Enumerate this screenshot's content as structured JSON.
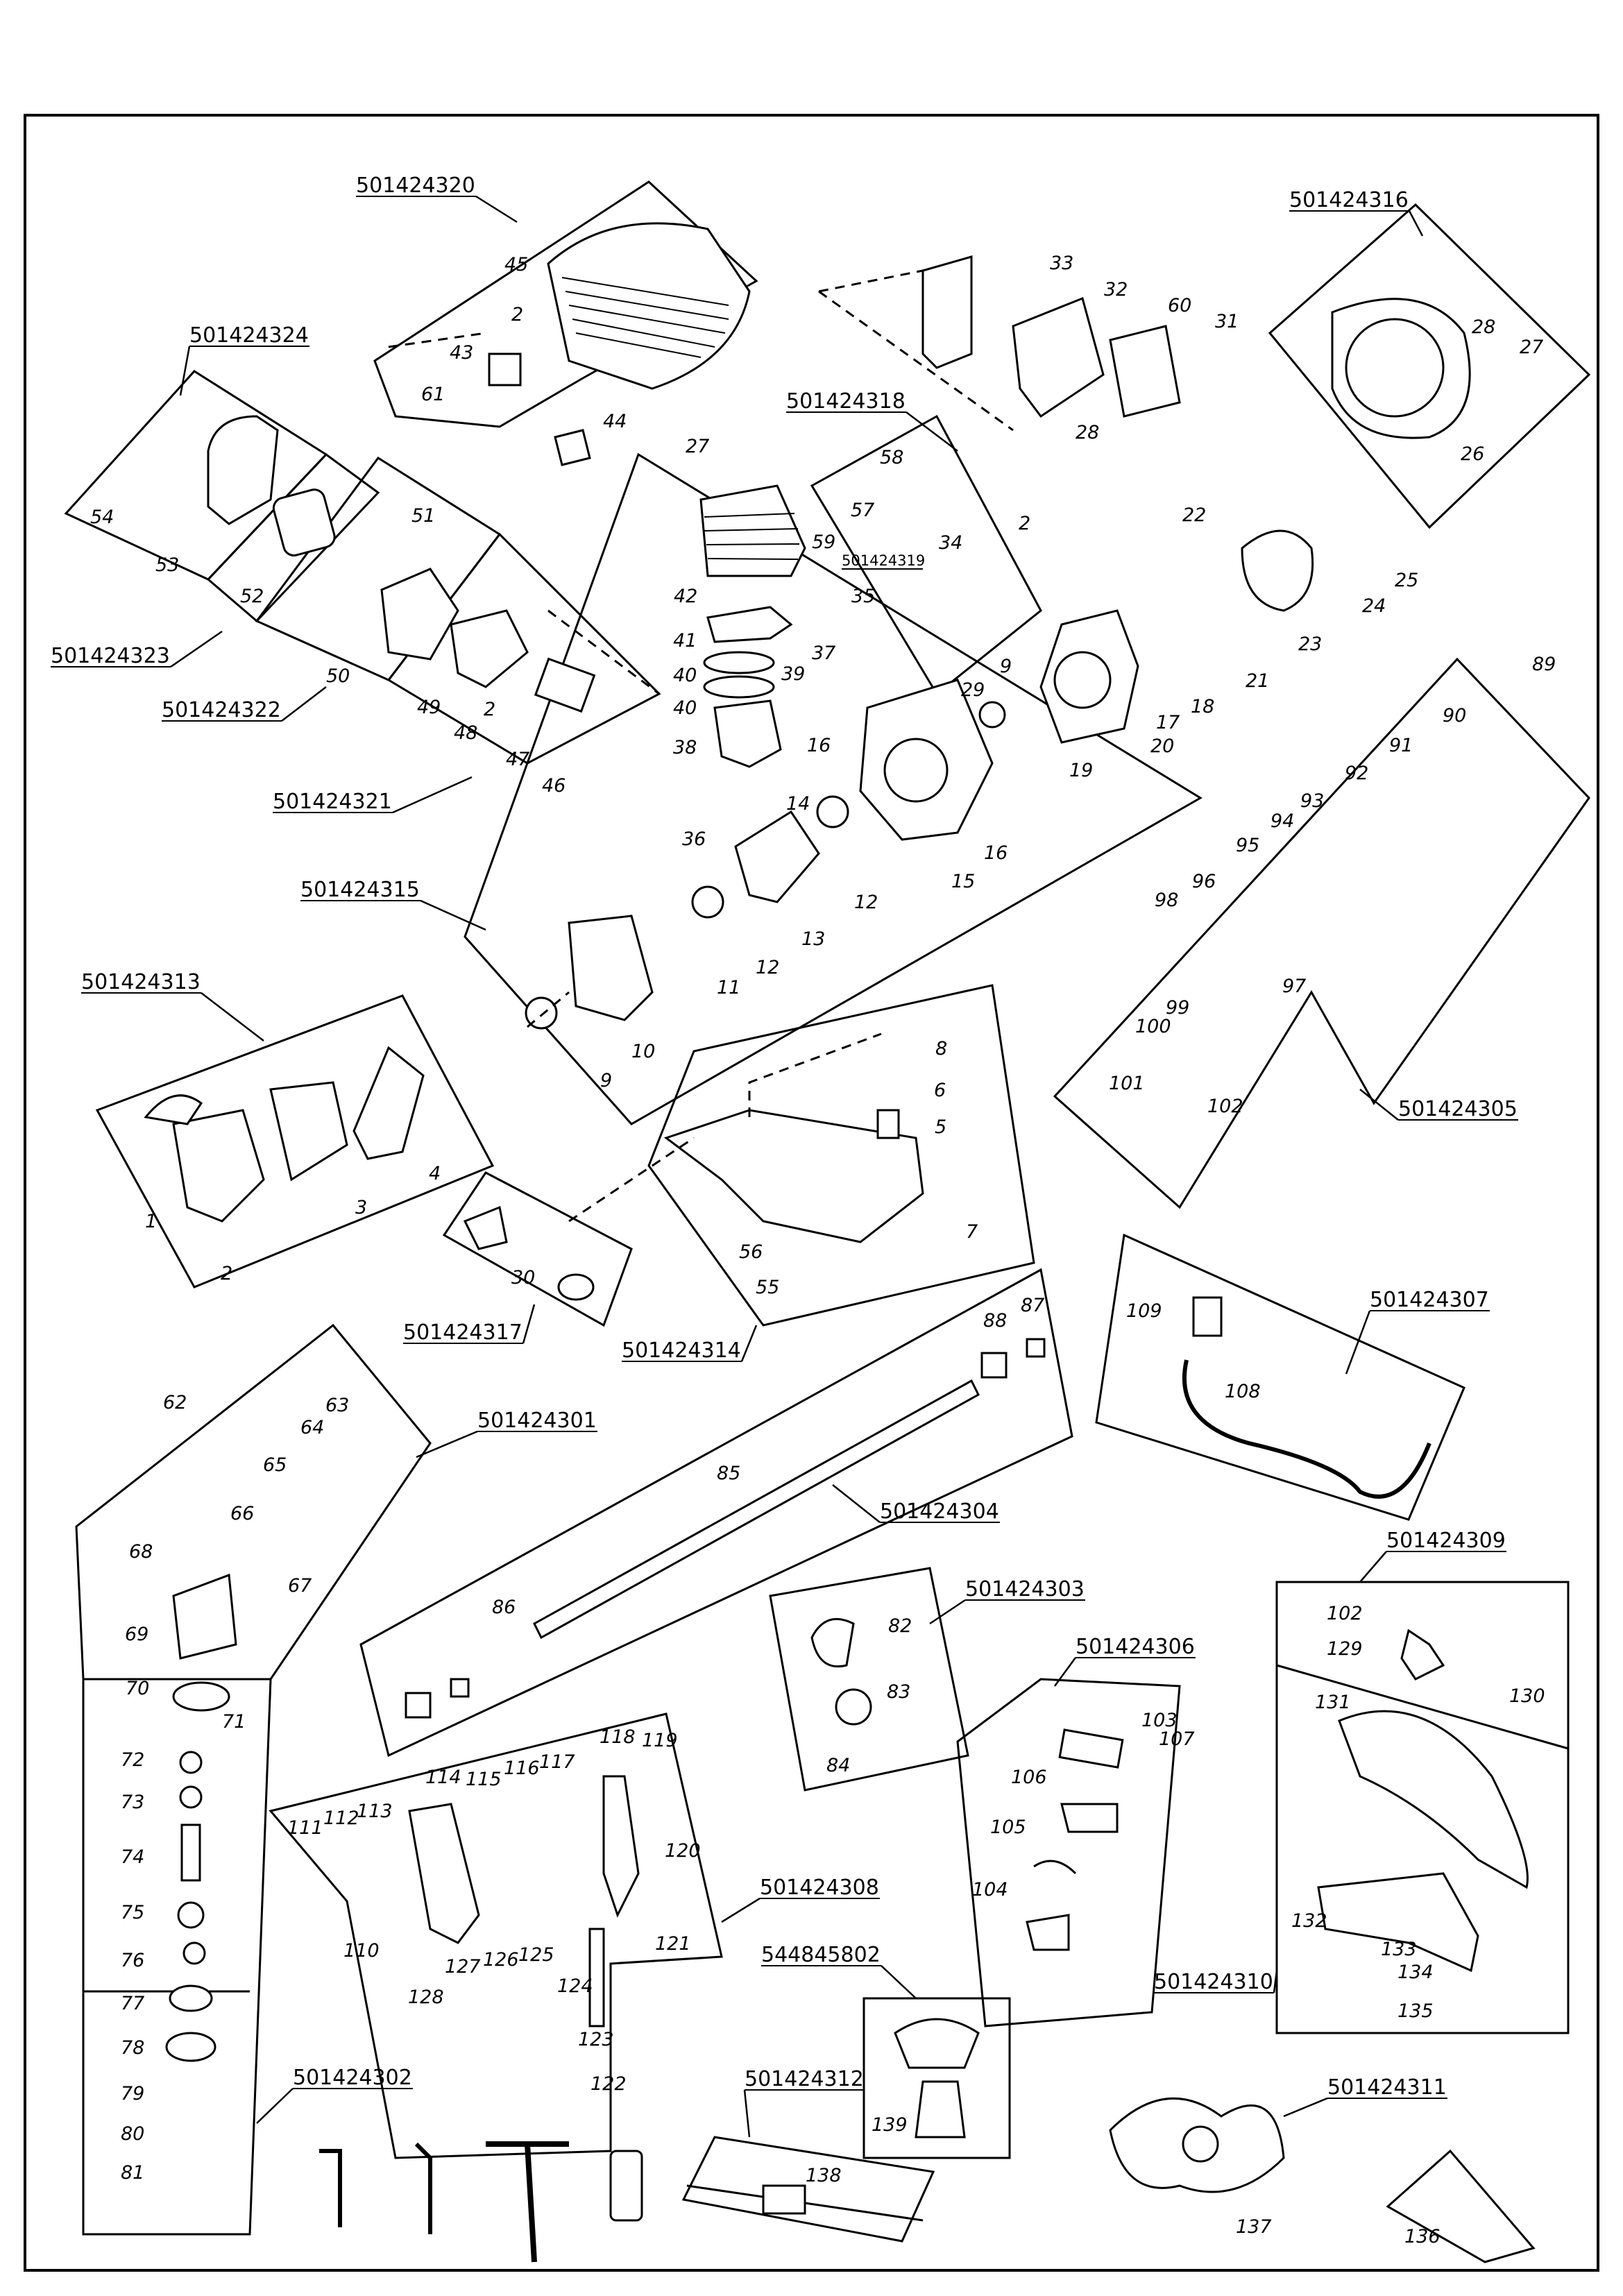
{
  "kits": [
    {
      "id": "501424320",
      "parts": [
        "45",
        "2",
        "43",
        "61"
      ]
    },
    {
      "id": "501424324",
      "parts": [
        "54",
        "53"
      ]
    },
    {
      "id": "501424323",
      "parts": [
        "52"
      ]
    },
    {
      "id": "501424322",
      "parts": [
        "51",
        "50",
        "49"
      ]
    },
    {
      "id": "501424321",
      "parts": [
        "48",
        "2",
        "47",
        "46"
      ]
    },
    {
      "id": "501424318",
      "parts": [
        "58",
        "57",
        "34",
        "2"
      ]
    },
    {
      "id": "501424319",
      "parts": [
        "35"
      ]
    },
    {
      "id": "501424316",
      "parts": [
        "28",
        "27",
        "26"
      ]
    },
    {
      "id": "501424315",
      "parts": [
        "36",
        "14",
        "13",
        "12",
        "11",
        "10",
        "9"
      ]
    },
    {
      "id": "501424313",
      "parts": [
        "1",
        "2",
        "3",
        "4"
      ]
    },
    {
      "id": "501424314",
      "parts": [
        "8",
        "6",
        "5",
        "7",
        "56",
        "55"
      ]
    },
    {
      "id": "501424317",
      "parts": [
        "30"
      ]
    },
    {
      "id": "501424305",
      "parts": [
        "89",
        "90",
        "91",
        "92",
        "93",
        "94",
        "95",
        "96",
        "97",
        "98",
        "99",
        "100",
        "101",
        "102"
      ]
    },
    {
      "id": "501424307",
      "parts": [
        "109",
        "108"
      ]
    },
    {
      "id": "501424301",
      "parts": [
        "62",
        "63",
        "64",
        "65",
        "66",
        "67",
        "68",
        "69",
        "70",
        "71",
        "72",
        "73",
        "74",
        "75",
        "76"
      ]
    },
    {
      "id": "501424302",
      "parts": [
        "77",
        "78",
        "79",
        "80",
        "81"
      ]
    },
    {
      "id": "501424304",
      "parts": [
        "88",
        "87",
        "85",
        "86"
      ]
    },
    {
      "id": "501424303",
      "parts": [
        "82",
        "83",
        "84"
      ]
    },
    {
      "id": "501424306",
      "parts": [
        "103",
        "107",
        "106",
        "105",
        "104"
      ]
    },
    {
      "id": "501424309",
      "parts": [
        "102",
        "129"
      ]
    },
    {
      "id": "501424310",
      "parts": [
        "131",
        "130",
        "132",
        "133",
        "134",
        "135"
      ]
    },
    {
      "id": "501424308",
      "parts": [
        "110",
        "111",
        "112",
        "113",
        "114",
        "115",
        "116",
        "117",
        "118",
        "119",
        "120",
        "121",
        "122",
        "123",
        "124",
        "125",
        "126",
        "127",
        "128"
      ]
    },
    {
      "id": "544845802",
      "parts": [
        "139"
      ]
    },
    {
      "id": "501424312",
      "parts": [
        "138"
      ]
    },
    {
      "id": "501424311",
      "parts": [
        "137",
        "136"
      ]
    }
  ],
  "loose_parts": [
    "33",
    "32",
    "60",
    "31",
    "28",
    "44",
    "27",
    "42",
    "41",
    "40",
    "40",
    "38",
    "39",
    "37",
    "59",
    "29",
    "9",
    "20",
    "19",
    "16",
    "16",
    "15",
    "12",
    "22",
    "25",
    "24",
    "23",
    "21",
    "18",
    "17"
  ],
  "notes": "Exploded-view parts diagram of a string trimmer; kit numbers underlined, part numbers italic."
}
